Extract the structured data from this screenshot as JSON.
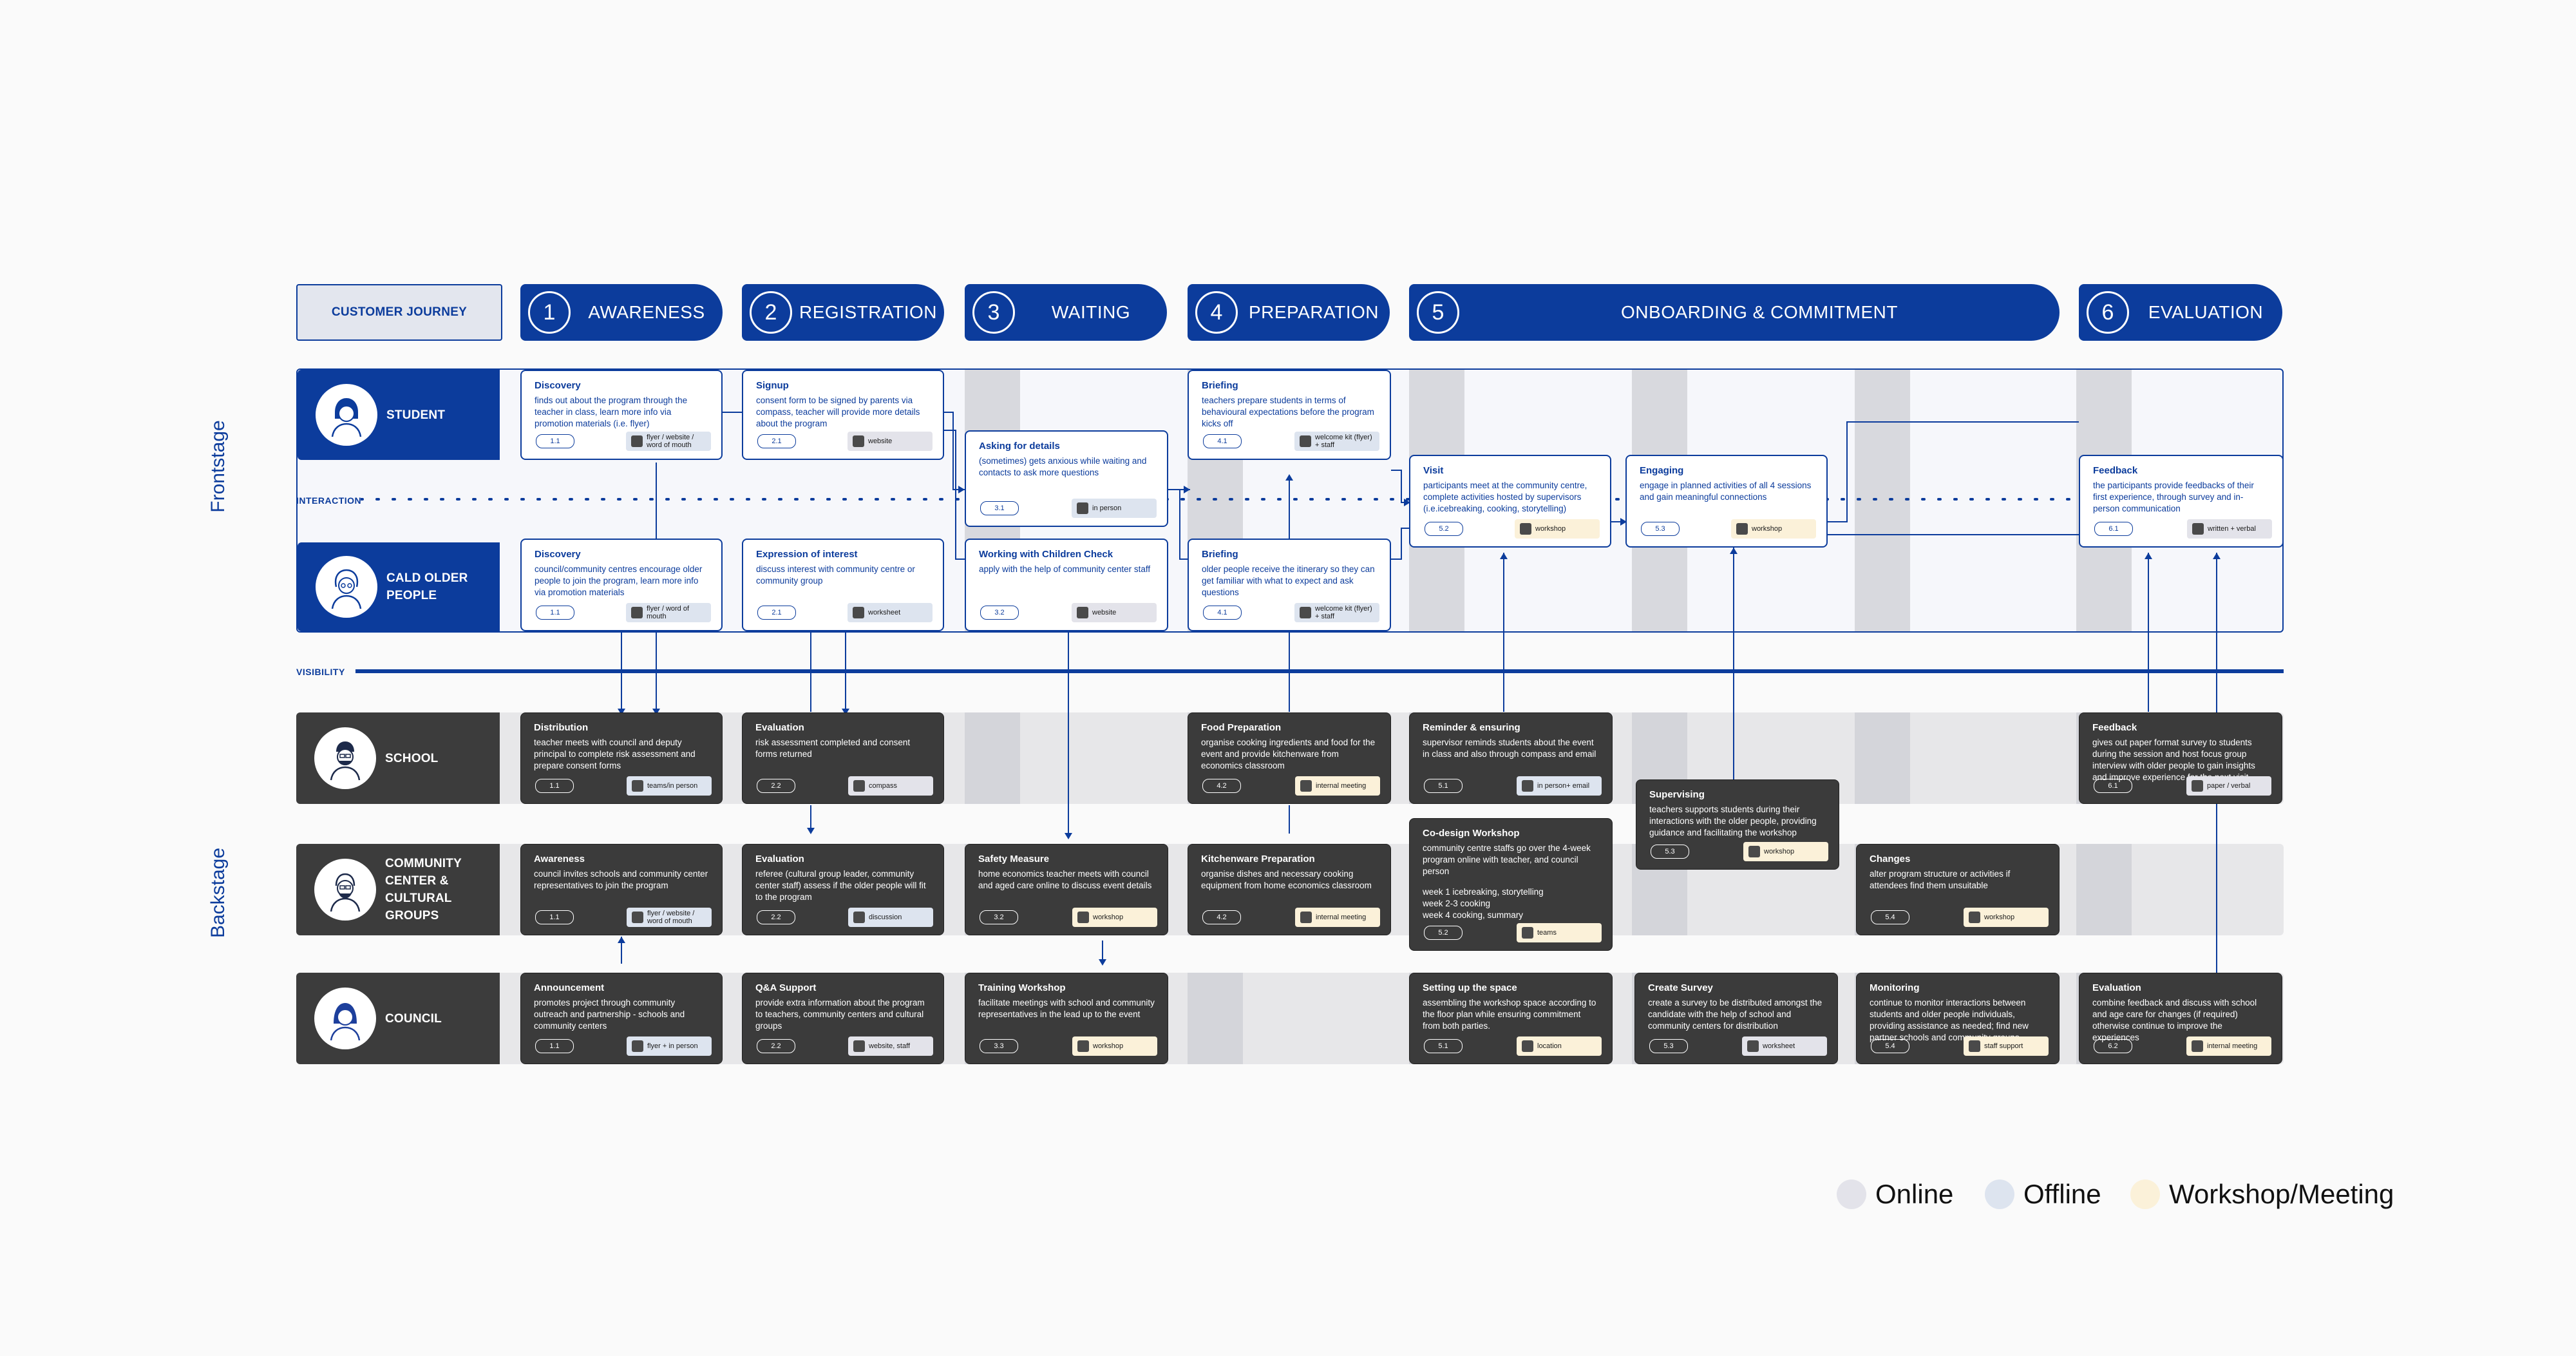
{
  "header": {
    "journey_label": "CUSTOMER JOURNEY",
    "stages": [
      {
        "num": "1",
        "label": "AWARENESS"
      },
      {
        "num": "2",
        "label": "REGISTRATION"
      },
      {
        "num": "3",
        "label": "WAITING"
      },
      {
        "num": "4",
        "label": "PREPARATION"
      },
      {
        "num": "5",
        "label": "ONBOARDING & COMMITMENT"
      },
      {
        "num": "6",
        "label": "EVALUATION"
      }
    ]
  },
  "sections": {
    "frontstage": "Frontstage",
    "backstage": "Backstage"
  },
  "lines": {
    "interaction": "INTERACTION",
    "visibility": "VISIBILITY"
  },
  "actors": {
    "student": "STUDENT",
    "cald": "CALD OLDER PEOPLE",
    "school": "SCHOOL",
    "community": "COMMUNITY CENTER & CULTURAL GROUPS",
    "council": "COUNCIL"
  },
  "colors": {
    "primary": "#0c3c9c",
    "dark_card": "#3b3b3b",
    "online": "#e3e3ea",
    "offline": "#dde4ef",
    "workshop": "#fbf1d9"
  },
  "cards": {
    "student": [
      {
        "title": "Discovery",
        "desc": "finds out about the program through the teacher in class, learn more info via promotion materials (i.e. flyer)",
        "code": "1.1",
        "channel": "flyer / website / word of mouth",
        "type": "offline"
      },
      {
        "title": "Signup",
        "desc": "consent form to be signed by parents via compass, teacher will provide more details about the program",
        "code": "2.1",
        "channel": "website",
        "type": "online"
      },
      {
        "title": "Asking for details",
        "desc": "(sometimes) gets anxious while waiting and contacts to ask more questions",
        "code": "3.1",
        "channel": "in person",
        "type": "offline"
      },
      {
        "title": "Briefing",
        "desc": "teachers prepare students in terms of behavioural expectations before the program kicks off",
        "code": "4.1",
        "channel": "welcome kit (flyer) + staff",
        "type": "offline"
      },
      {
        "title": "Visit",
        "desc": "participants meet at the community centre, complete activities hosted by supervisors (i.e.icebreaking, cooking, storytelling)",
        "code": "5.2",
        "channel": "workshop",
        "type": "workshop"
      },
      {
        "title": "Engaging",
        "desc": "engage in planned activities of all 4 sessions and gain meaningful connections",
        "code": "5.3",
        "channel": "workshop",
        "type": "workshop"
      },
      {
        "title": "Feedback",
        "desc": "the participants provide feedbacks of their first experience, through survey and in-person communication",
        "code": "6.1",
        "channel": "written + verbal",
        "type": "online"
      }
    ],
    "cald": [
      {
        "title": "Discovery",
        "desc": "council/community centres encourage older people to join the program, learn more info via promotion materials",
        "code": "1.1",
        "channel": "flyer / word of mouth",
        "type": "offline"
      },
      {
        "title": "Expression of interest",
        "desc": "discuss interest with community centre or community group",
        "code": "2.1",
        "channel": "worksheet",
        "type": "offline"
      },
      {
        "title": "Working with Children Check",
        "desc": "apply with the help of community center staff",
        "code": "3.2",
        "channel": "website",
        "type": "online"
      },
      {
        "title": "Briefing",
        "desc": "older people receive the itinerary so they can get familiar with what to expect and ask questions",
        "code": "4.1",
        "channel": "welcome kit (flyer) + staff",
        "type": "offline"
      }
    ],
    "school": [
      {
        "title": "Distribution",
        "desc": "teacher meets with council and deputy principal to complete risk assessment and prepare consent forms",
        "code": "1.1",
        "channel": "teams/in person",
        "type": "offline"
      },
      {
        "title": "Evaluation",
        "desc": "risk assessment completed and consent forms returned",
        "code": "2.2",
        "channel": "compass",
        "type": "online"
      },
      {
        "title": "Food Preparation",
        "desc": "organise cooking ingredients and food for the event and provide kitchenware from economics classroom",
        "code": "4.2",
        "channel": "internal meeting",
        "type": "workshop"
      },
      {
        "title": "Reminder & ensuring",
        "desc": "supervisor reminds students about the event in class and also through compass and email",
        "code": "5.1",
        "channel": "in person+ email",
        "type": "offline"
      },
      {
        "title": "Feedback",
        "desc": "gives out paper format survey to students during the session and host focus group interview with older people to gain insights and improve experience for the next visit",
        "code": "6.1",
        "channel": "paper / verbal",
        "type": "online"
      }
    ],
    "community": [
      {
        "title": "Awareness",
        "desc": "council invites schools and community center representatives to join the program",
        "code": "1.1",
        "channel": "flyer / website / word of mouth",
        "type": "offline"
      },
      {
        "title": "Evaluation",
        "desc": "referee (cultural group leader, community center staff) assess if the older people will fit to the program",
        "code": "2.2",
        "channel": "discussion",
        "type": "offline"
      },
      {
        "title": "Safety Measure",
        "desc": "home economics teacher meets with council and aged care online to discuss event details",
        "code": "3.2",
        "channel": "workshop",
        "type": "workshop"
      },
      {
        "title": "Kitchenware Preparation",
        "desc": "organise dishes and necessary cooking equipment from home economics classroom",
        "code": "4.2",
        "channel": "internal meeting",
        "type": "workshop"
      },
      {
        "title": "Co-design Workshop",
        "desc": "community centre staffs go over the 4-week program online with teacher, and council person",
        "desc2": "week 1 icebreaking, storytelling\nweek 2-3 cooking\nweek 4 cooking, summary",
        "code": "5.2",
        "channel": "teams",
        "type": "workshop"
      },
      {
        "title": "Supervising",
        "desc": "teachers supports students during their interactions with the older people, providing guidance and facilitating the workshop",
        "code": "5.3",
        "channel": "workshop",
        "type": "workshop"
      },
      {
        "title": "Changes",
        "desc": "alter program structure or activities if attendees find them unsuitable",
        "code": "5.4",
        "channel": "workshop",
        "type": "workshop"
      }
    ],
    "council": [
      {
        "title": "Announcement",
        "desc": "promotes project through community outreach and partnership - schools and community centers",
        "code": "1.1",
        "channel": "flyer + in person",
        "type": "offline"
      },
      {
        "title": "Q&A Support",
        "desc": "provide extra information about the program to teachers, community centers and cultural groups",
        "code": "2.2",
        "channel": "website, staff",
        "type": "online"
      },
      {
        "title": "Training Workshop",
        "desc": "facilitate meetings with school and community representatives in the lead up to the event",
        "code": "3.3",
        "channel": "workshop",
        "type": "workshop"
      },
      {
        "title": "Setting up the space",
        "desc": "assembling the workshop space according to the floor plan while ensuring commitment from both parties.",
        "code": "5.1",
        "channel": "location",
        "type": "workshop"
      },
      {
        "title": "Create Survey",
        "desc": "create a survey to be distributed amongst the candidate with the help of school and community centers for distribution",
        "code": "5.3",
        "channel": "worksheet",
        "type": "online"
      },
      {
        "title": "Monitoring",
        "desc": "continue to monitor interactions between students and older people individuals, providing assistance as needed; find new partner schools and community groups",
        "code": "5.4",
        "channel": "staff support",
        "type": "workshop"
      },
      {
        "title": "Evaluation",
        "desc": "combine feedback and discuss with school and age care for changes (if required) otherwise continue to improve the experiences",
        "code": "6.2",
        "channel": "internal meeting",
        "type": "workshop"
      }
    ]
  },
  "legend": [
    {
      "label": "Online",
      "color": "#e3e3ea"
    },
    {
      "label": "Offline",
      "color": "#dde4ef"
    },
    {
      "label": "Workshop/Meeting",
      "color": "#fbf1d9"
    }
  ]
}
